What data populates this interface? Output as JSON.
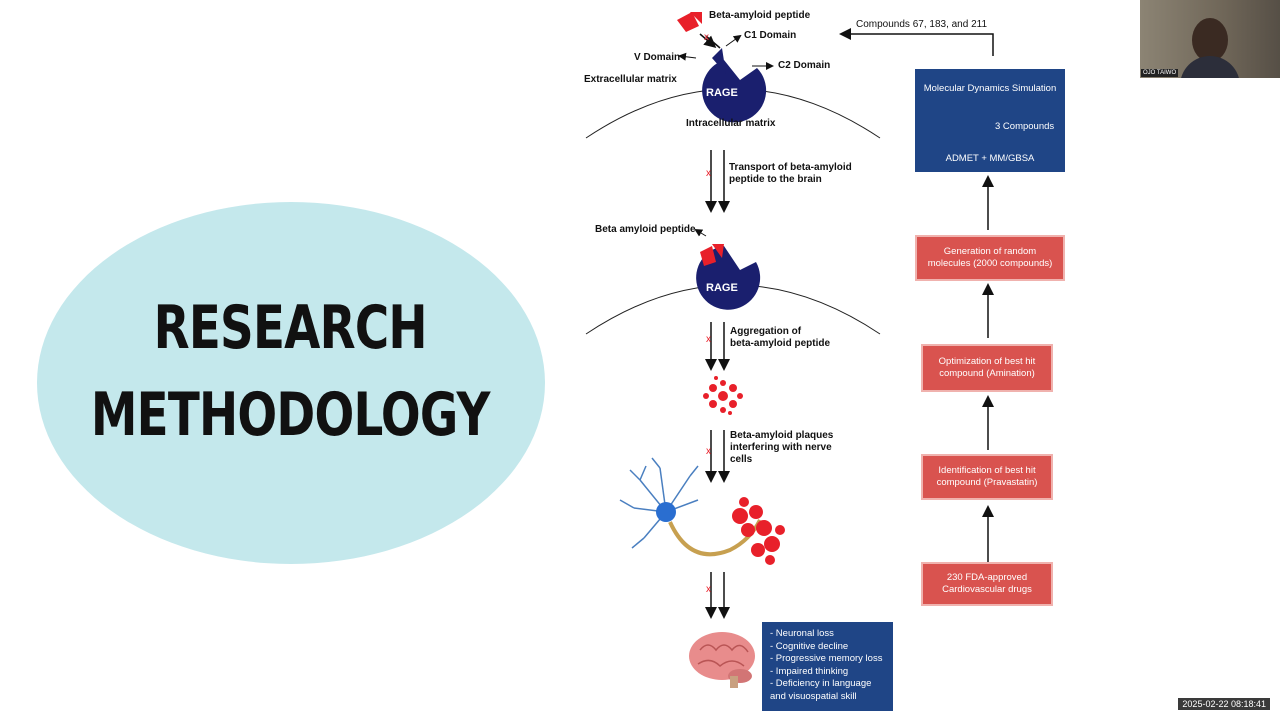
{
  "slide": {
    "title_line1": "RESEARCH",
    "title_line2": "METHODOLOGY"
  },
  "diagram": {
    "beta_amyloid_peptide": "Beta-amyloid peptide",
    "c1_domain": "C1 Domain",
    "v_domain": "V Domain",
    "c2_domain": "C2 Domain",
    "extracellular": "Extracellular matrix",
    "intracellular": "Intracellular matrix",
    "rage1": "RAGE",
    "rage2": "RAGE",
    "transport_line1": "Transport of beta-amyloid",
    "transport_line2": "peptide to the brain",
    "beta_amyloid_peptide2": "Beta amyloid peptide",
    "aggregation_line1": "Aggregation of",
    "aggregation_line2": "beta-amyloid peptide",
    "plaques_line1": "Beta-amyloid plaques",
    "plaques_line2": "interfering with nerve",
    "plaques_line3": "cells",
    "symptoms": [
      "- Neuronal loss",
      "- Cognitive decline",
      "- Progressive memory loss",
      "- Impaired thinking",
      "- Deficiency in language",
      "and visuospatial skill"
    ],
    "compounds_label": "Compounds 67, 183, and 211",
    "md_title": "Molecular Dynamics Simulation",
    "md_compounds": "3 Compounds",
    "md_admet": "ADMET + MM/GBSA",
    "gen_line1": "Generation of random",
    "gen_line2": "molecules (2000 compounds)",
    "opt_line1": "Optimization of best hit",
    "opt_line2": "compound (Amination)",
    "ident_line1": "Identification of best hit",
    "ident_line2": "compound (Pravastatin)",
    "fda_line1": "230 FDA-approved",
    "fda_line2": "Cardiovascular drugs"
  },
  "colors": {
    "rage": "#1a1f6e",
    "peptide": "#e8202a",
    "blue_box": "#1f4586",
    "red_box": "#d9534f",
    "title_blob": "#c4e8ec"
  },
  "webcam": {
    "name": "OJO TAIWO"
  },
  "timestamp": "2025-02-22 08:18:41"
}
